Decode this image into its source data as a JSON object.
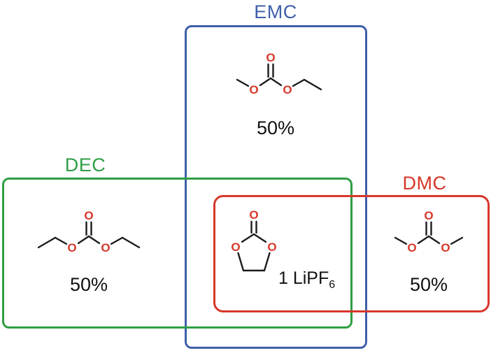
{
  "boxes": {
    "emc": {
      "label": "EMC",
      "percent": "50%"
    },
    "dec": {
      "label": "DEC",
      "percent": "50%"
    },
    "dmc": {
      "label": "DMC",
      "percent": "50%"
    }
  },
  "electrolyte": {
    "amount_text": "1 LiPF",
    "subscript": "6"
  },
  "atoms": {
    "o": "O"
  },
  "colors": {
    "emc_blue": "#3e5fa9",
    "dec_green": "#2f9e44",
    "dmc_red": "#d7372a",
    "atom_oxygen_red": "#d7372a",
    "bond_black": "#1c1c1c",
    "text_black": "#111111",
    "background": "#ffffff"
  }
}
